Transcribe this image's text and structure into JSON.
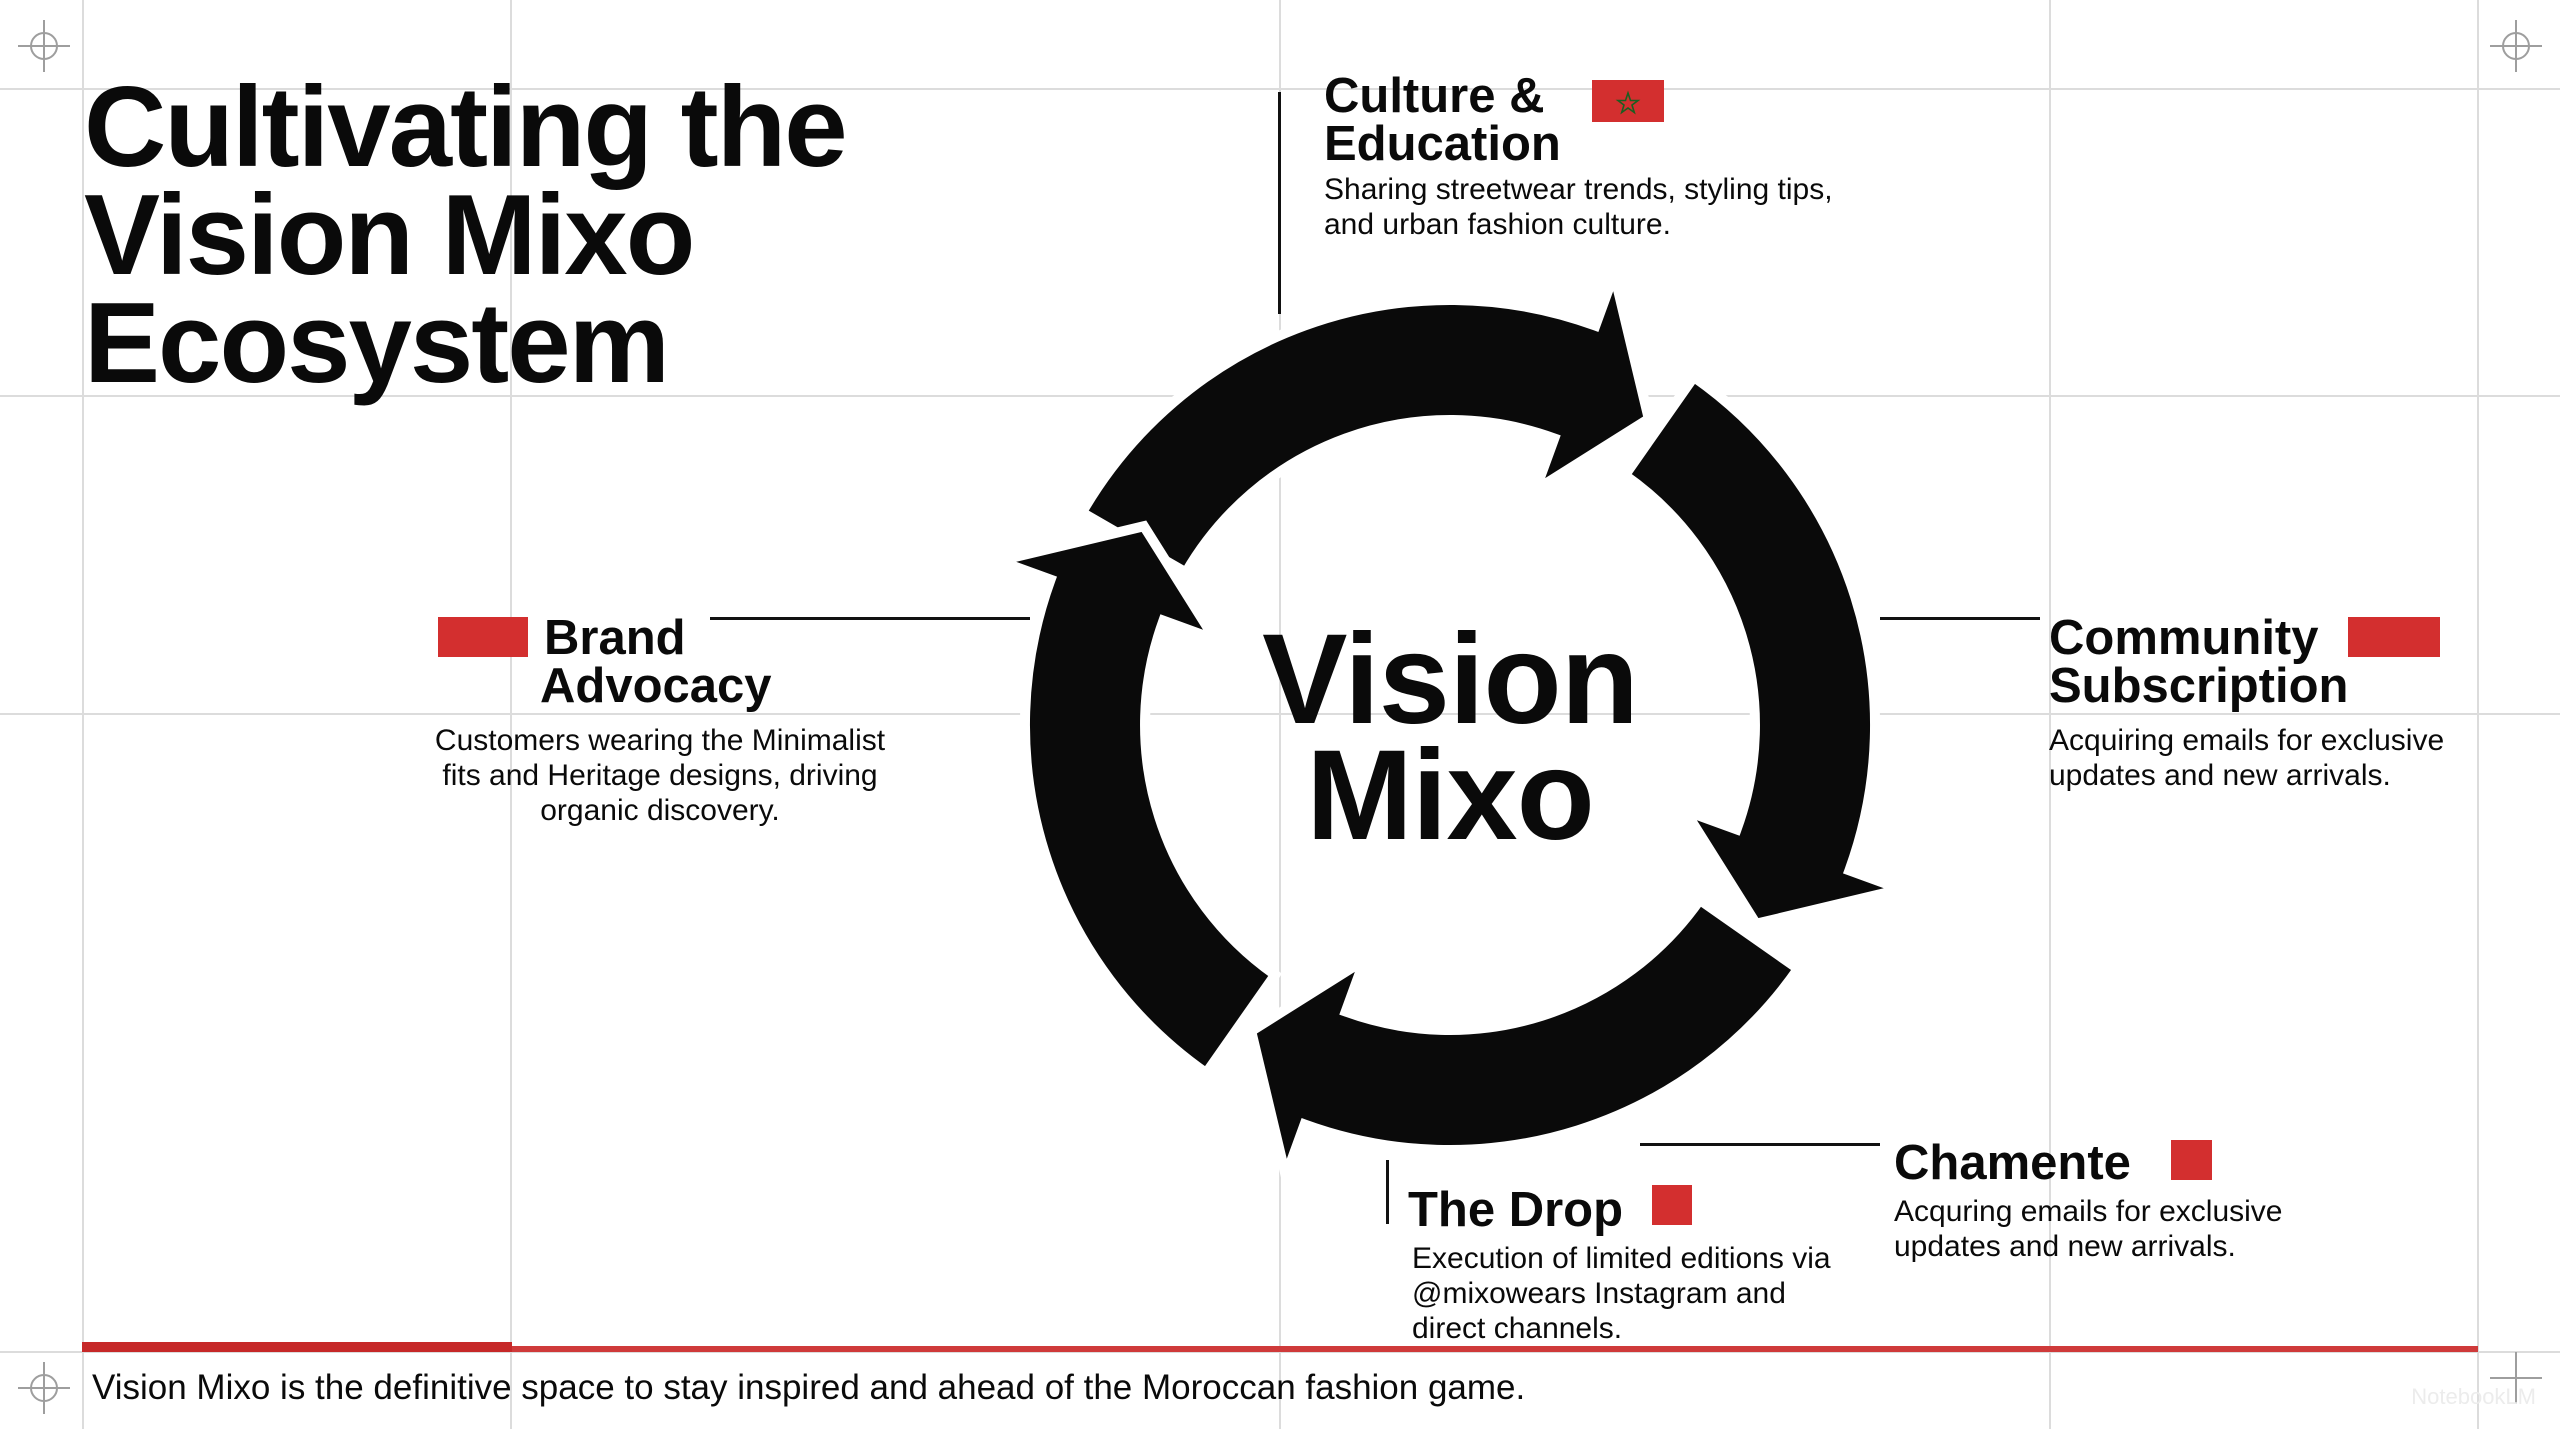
{
  "title": {
    "line1": "Cultivating the",
    "line2": "Vision Mixo",
    "line3": "Ecosystem"
  },
  "center": {
    "line1": "Vision",
    "line2": "Mixo"
  },
  "nodes": {
    "culture": {
      "title_line1": "Culture &",
      "title_line2": "Education",
      "desc_line1": "Sharing streetwear trends, styling tips,",
      "desc_line2": "and urban fashion culture."
    },
    "community": {
      "title_line1": "Community",
      "title_line2": "Subscription",
      "desc_line1": "Acquiring emails for exclusive",
      "desc_line2": "updates and new arrivals."
    },
    "chamente": {
      "title": "Chamente",
      "desc_line1": "Acquring emails for exclusive",
      "desc_line2": "updates and new arrivals."
    },
    "drop": {
      "title": "The Drop",
      "desc_line1": "Execution of limited editions via",
      "desc_line2": "@mixowears Instagram and",
      "desc_line3": "direct channels."
    },
    "advocacy": {
      "title_line1": "Brand",
      "title_line2": "Advocacy",
      "desc_line1": "Customers wearing the Minimalist",
      "desc_line2": "fits and Heritage designs, driving",
      "desc_line3": "organic discovery."
    }
  },
  "footer": {
    "text": "Vision Mixo is the definitive space to stay inspired and ahead of the Moroccan fashion game."
  },
  "watermark": "NotebookLM",
  "colors": {
    "accent": "#d32f2f",
    "ink": "#0a0a0a",
    "grid": "#dcdcdc",
    "flag_star": "#1b5e20"
  },
  "icons": [
    "crosshair-icon",
    "morocco-flag-icon",
    "cycle-arrows-icon"
  ]
}
